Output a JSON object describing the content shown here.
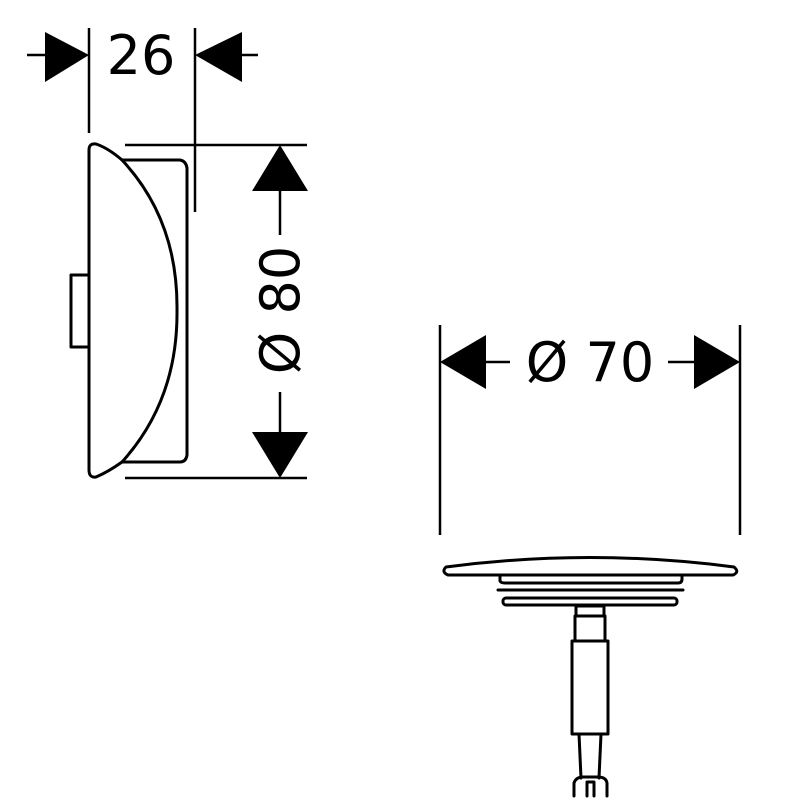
{
  "dimensions": {
    "depth": "26",
    "diameter_outer": "Ø 80",
    "diameter_plug": "Ø 70"
  },
  "colors": {
    "line": "#000000",
    "background": "#ffffff"
  }
}
